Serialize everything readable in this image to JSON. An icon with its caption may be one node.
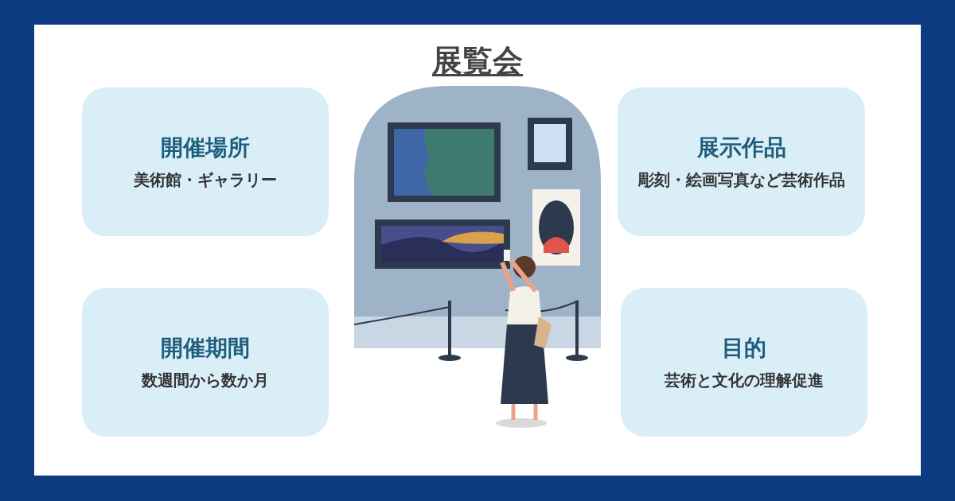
{
  "diagram": {
    "title": "展覧会",
    "nodes": [
      {
        "text": [
          "開催場所",
          "美術館・ギャラリー"
        ]
      },
      {
        "text": [
          "展示作品",
          "彫刻・絵画写真など芸術作品"
        ]
      },
      {
        "text": [
          "開催期間",
          "数週間から数か月"
        ]
      },
      {
        "text": [
          "目的",
          "芸術と文化の理解促進"
        ]
      }
    ]
  }
}
